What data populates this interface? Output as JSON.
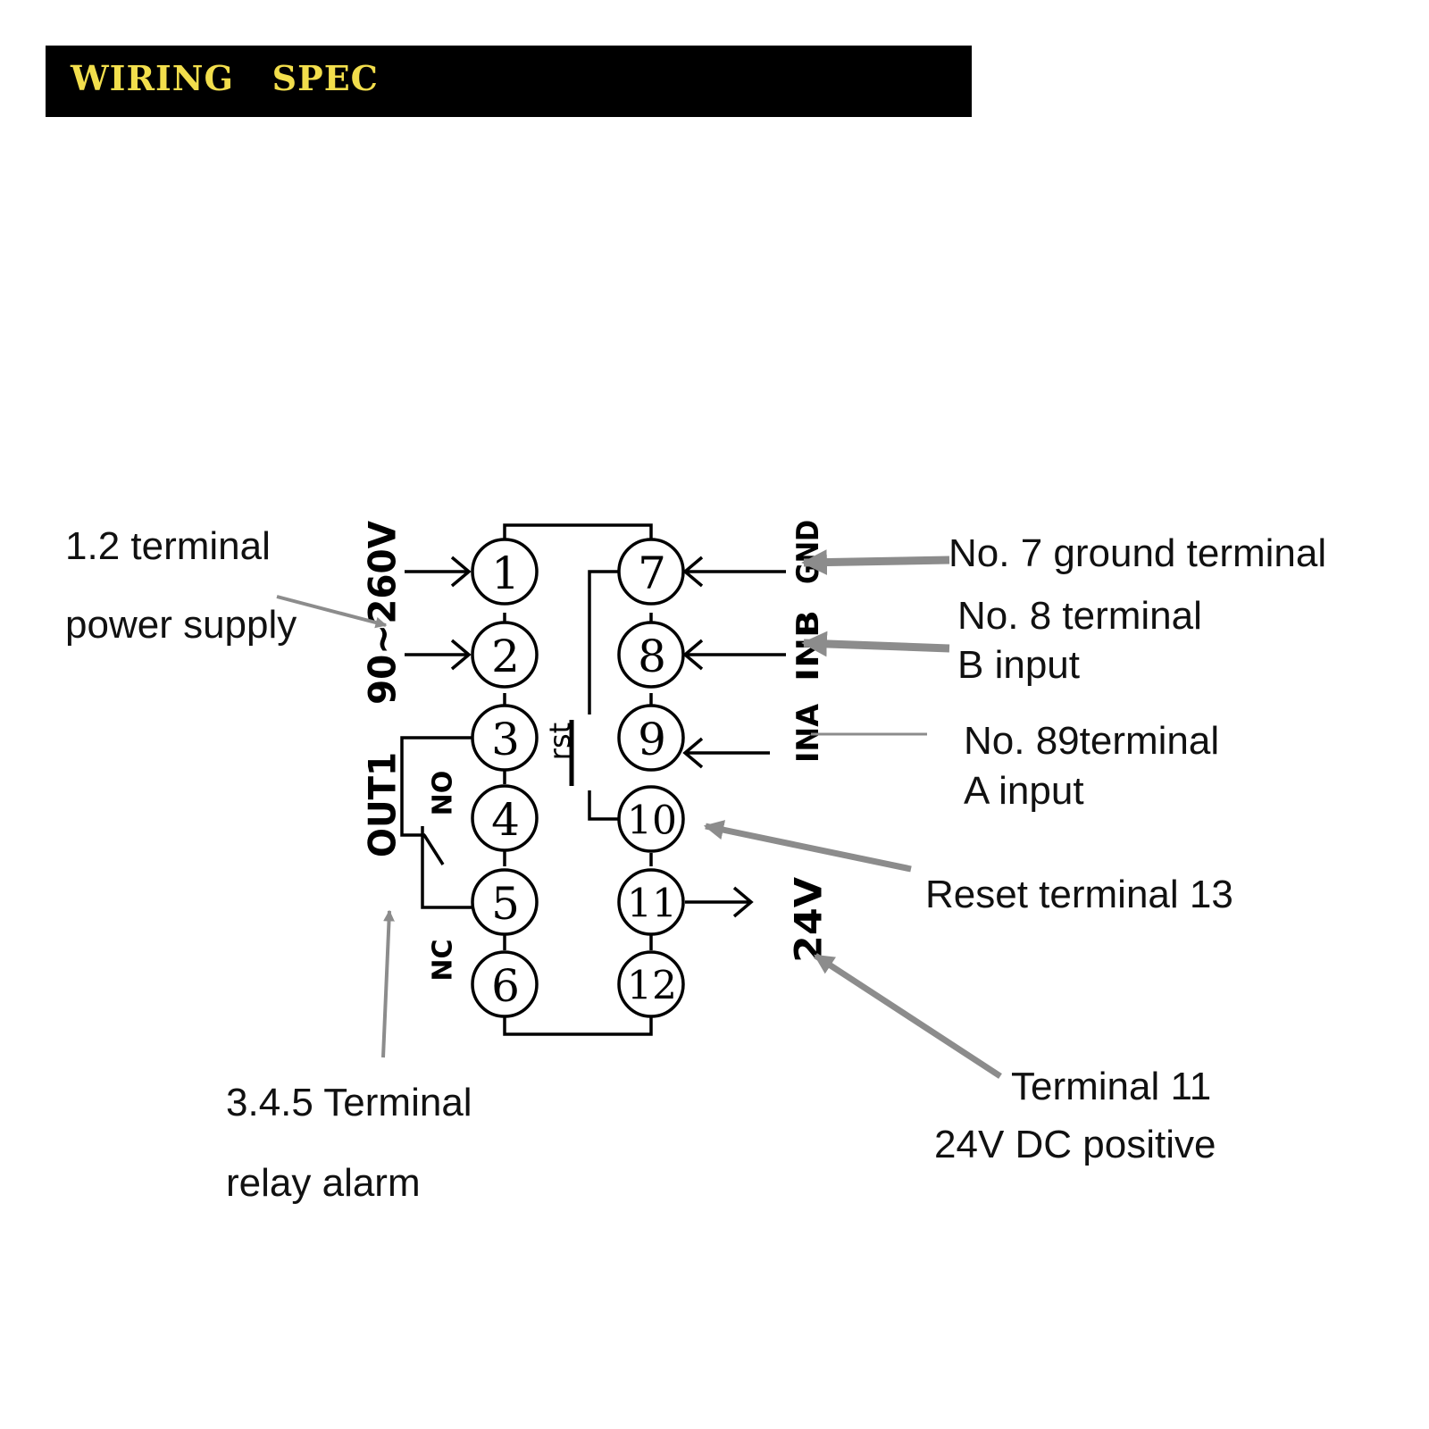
{
  "header": {
    "title": "WIRING   SPEC",
    "text_color": "#f2de4c",
    "background": "#000000"
  },
  "terminals": [
    "1",
    "2",
    "3",
    "4",
    "5",
    "6",
    "7",
    "8",
    "9",
    "10",
    "11",
    "12"
  ],
  "diagram_labels": {
    "power_supply": "90~260V",
    "out1": "OUT1",
    "no": "NO",
    "nc": "NC",
    "rst": "rst",
    "gnd": "GND",
    "inb": "INB",
    "ina": "INA",
    "v24": "24V"
  },
  "callouts": {
    "power_1": "1.2 terminal",
    "power_2": "power supply",
    "relay_1": "3.4.5 Terminal",
    "relay_2": "relay alarm",
    "ground": "No. 7 ground terminal",
    "b_1": "No. 8 terminal",
    "b_2": "B input",
    "a_1": "No. 89terminal",
    "a_2": "A input",
    "reset": "Reset terminal 13",
    "dc_1": "Terminal 11",
    "dc_2": "24V DC positive"
  },
  "colors": {
    "line": "#000000",
    "arrow": "#8c8c8c",
    "text": "#111111"
  }
}
